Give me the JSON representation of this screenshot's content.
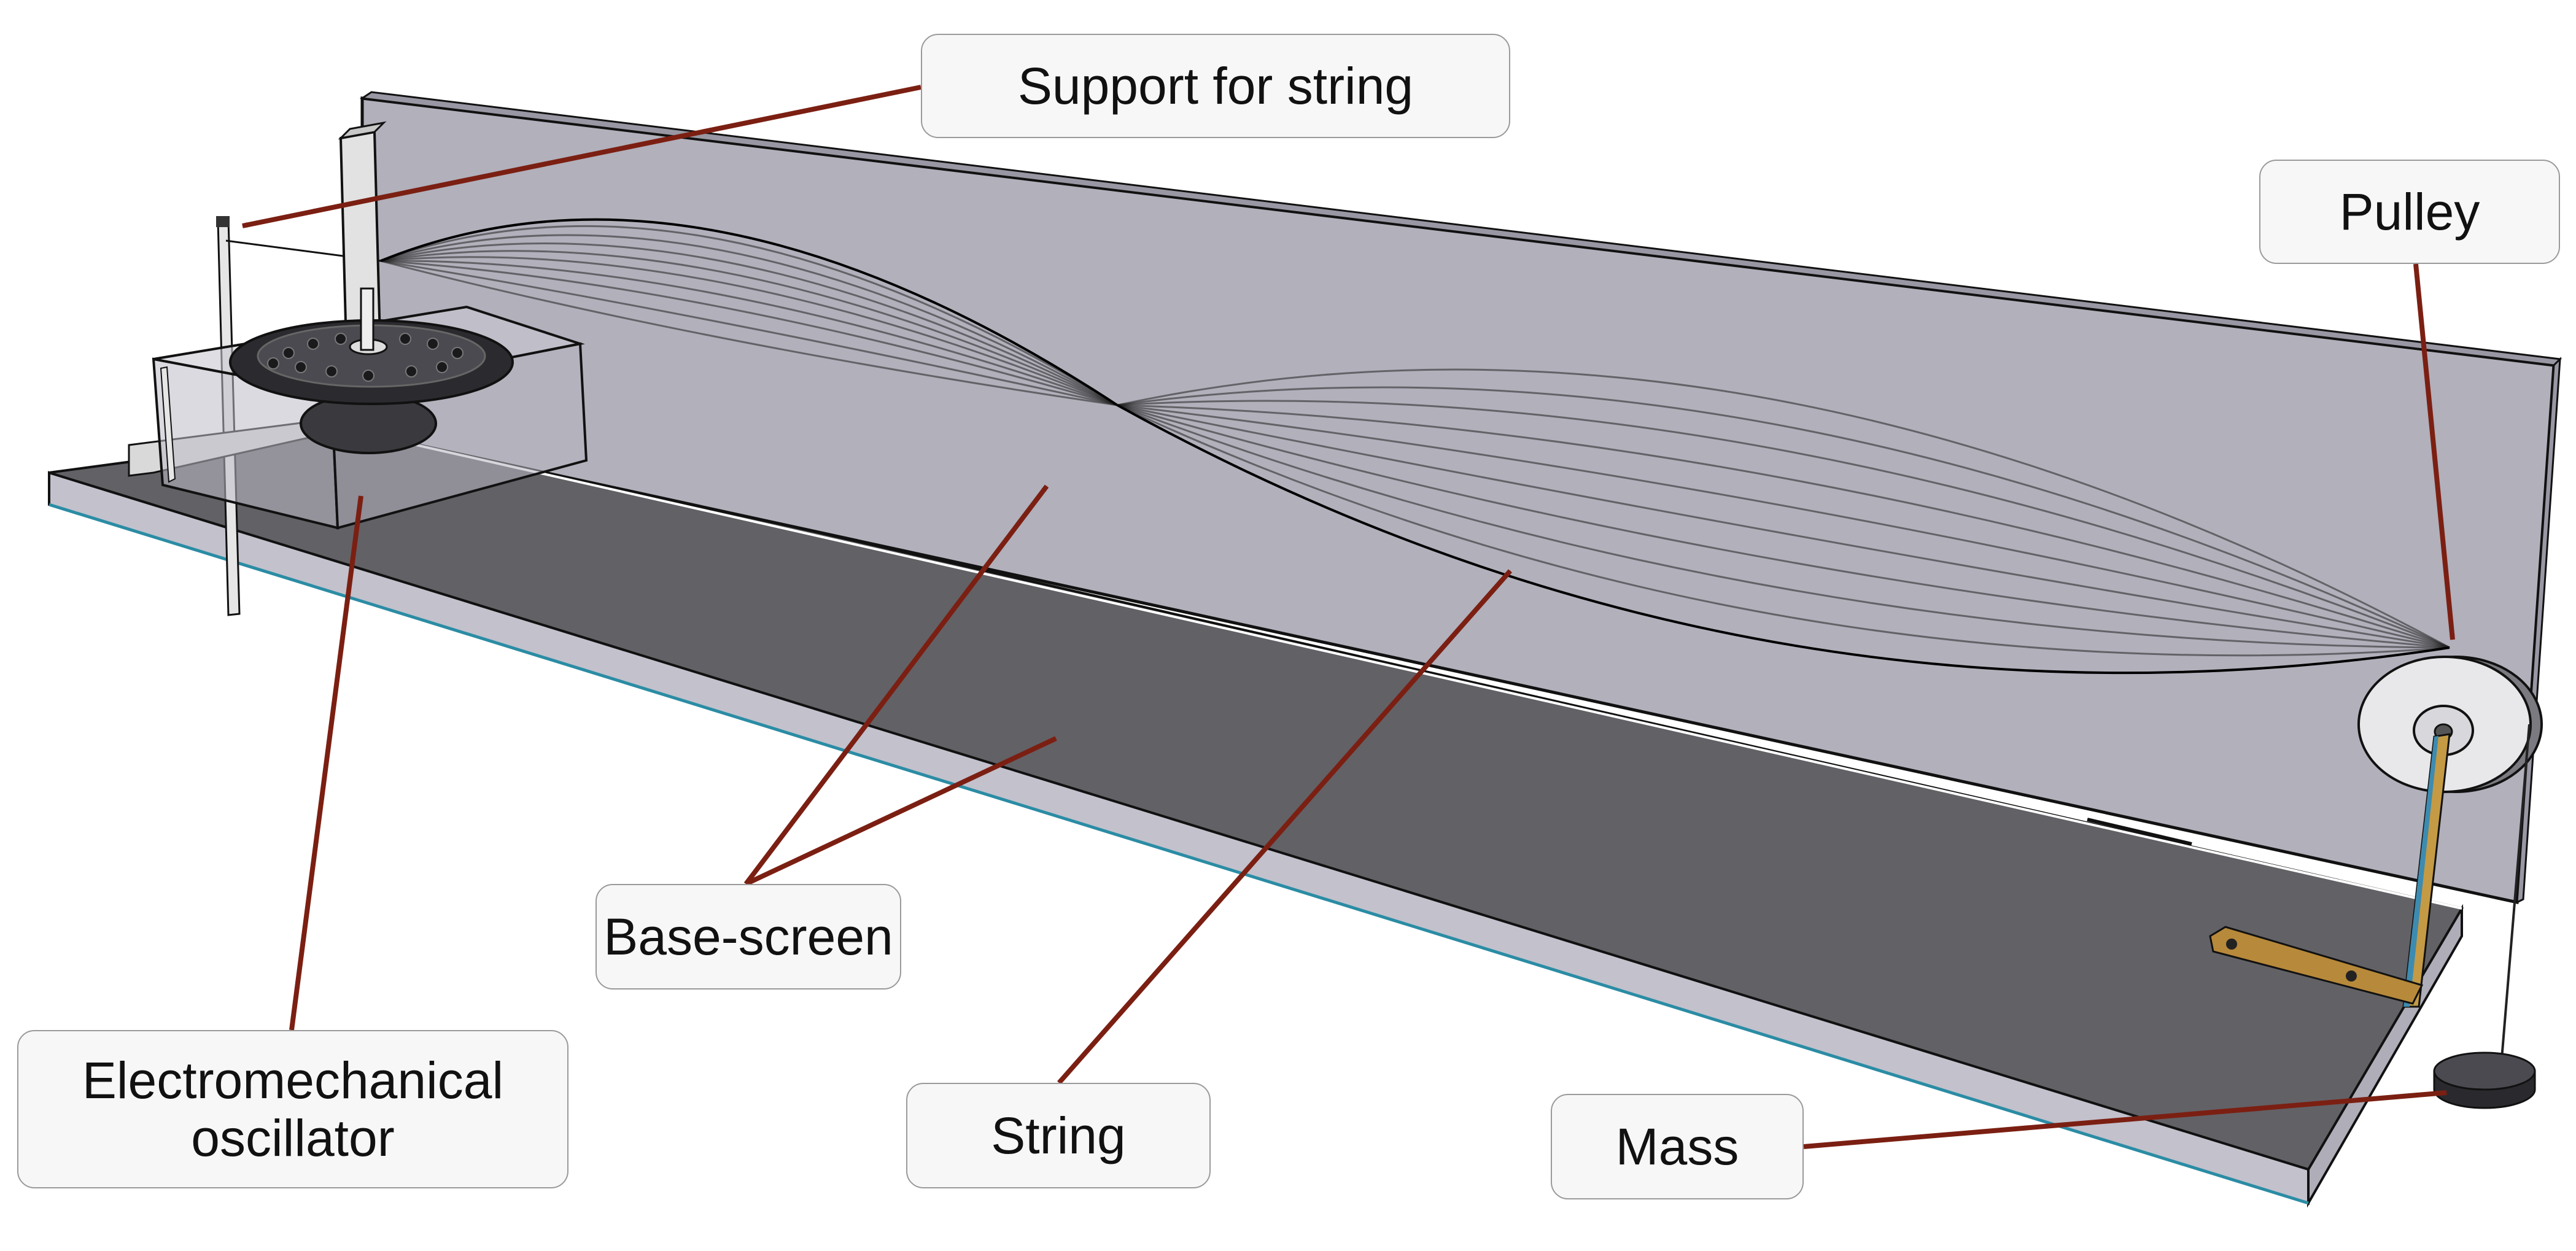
{
  "labels": {
    "support": "Support for string",
    "pulley": "Pulley",
    "base_screen": "Base-screen",
    "oscillator": "Electromechanical\noscillator",
    "string": "String",
    "mass": "Mass"
  },
  "colors": {
    "screen": "#b1b0bb",
    "board": "#626166",
    "board_side": "#c2c1cc",
    "board_edge": "#2a8ca4",
    "arrow": "#7b1f12",
    "outline": "#111111",
    "brass": "#c49a44",
    "callout_fill": "#f7f7f7",
    "callout_border": "#9a9a9a"
  },
  "standing_wave": {
    "loops": 2,
    "overlaid_strings": 9
  }
}
